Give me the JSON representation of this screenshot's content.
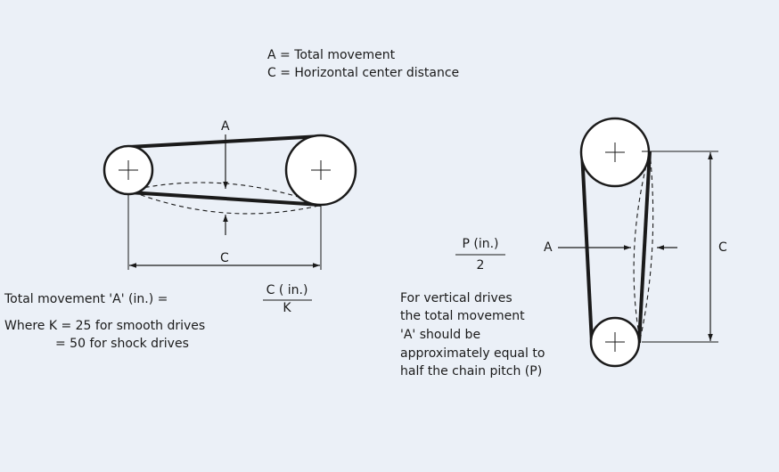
{
  "legend": {
    "line1": "A = Total movement",
    "line2": "C = Horizontal center distance"
  },
  "horizontal": {
    "label_a": "A",
    "label_c": "C",
    "formula_lhs": "Total movement 'A' (in.) =",
    "formula_num": "C ( in.)",
    "formula_den": "K",
    "where_line1": "Where K = 25 for smooth drives",
    "where_line2": "= 50 for shock drives"
  },
  "vertical": {
    "label_a": "A",
    "label_c": "C",
    "fraction_num": "P (in.)",
    "fraction_den": "2",
    "note": [
      "For vertical drives",
      "the total movement",
      "'A' should be",
      "approximately equal to",
      "half the chain pitch (P)"
    ]
  },
  "colors": {
    "ink": "#1a1a1a",
    "background": "#ebf0f7",
    "wheel_fill": "#ffffff"
  }
}
